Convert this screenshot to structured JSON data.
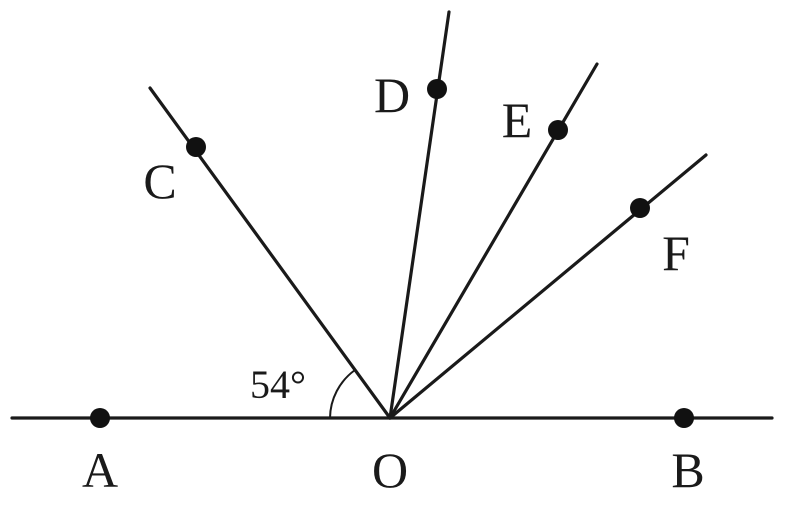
{
  "labels": {
    "A": "A",
    "B": "B",
    "C": "C",
    "D": "D",
    "E": "E",
    "F": "F",
    "O": "O"
  },
  "angle_label": "54°",
  "colors": {
    "stroke": "#1a1a1a",
    "background": "#ffffff"
  }
}
